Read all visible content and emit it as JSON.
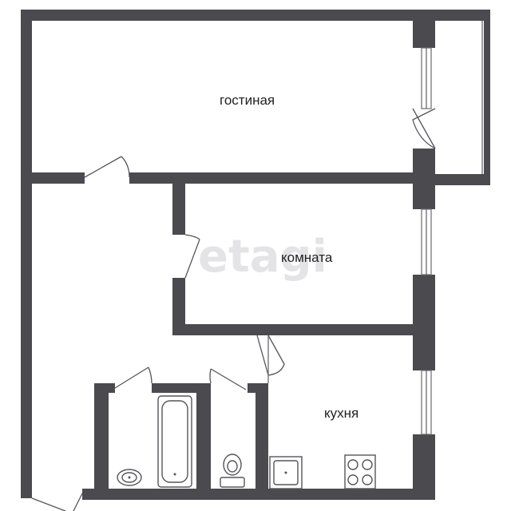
{
  "rooms": {
    "living": "гостиная",
    "room": "комната",
    "kitchen": "кухня"
  },
  "watermark": "etagi",
  "colors": {
    "wall": "#4a4a4f",
    "background": "#ffffff"
  }
}
